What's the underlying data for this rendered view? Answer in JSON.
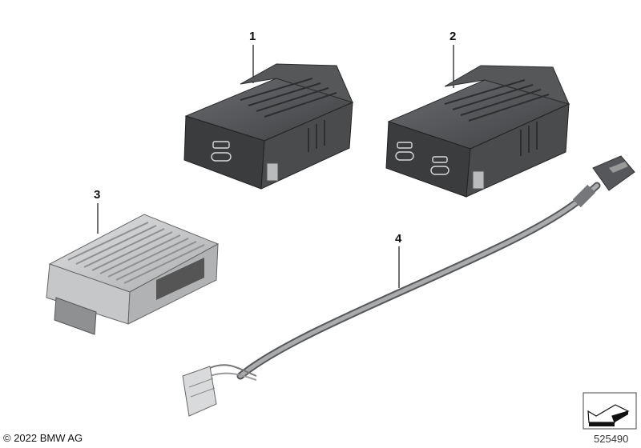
{
  "callouts": [
    {
      "number": "1",
      "part": "usb-c-socket-single"
    },
    {
      "number": "2",
      "part": "usb-c-socket-double"
    },
    {
      "number": "3",
      "part": "control-unit"
    },
    {
      "number": "4",
      "part": "usb-cable"
    }
  ],
  "footer": {
    "copyright": "© 2022 BMW AG",
    "diagram_number": "525490"
  },
  "icons": [
    "arrow-navigation-icon",
    "usb-c-charging-icon"
  ],
  "colors": {
    "part_body": "#4a4b4d",
    "part_light": "#9a9c9f",
    "cable": "#8a8c8f"
  }
}
